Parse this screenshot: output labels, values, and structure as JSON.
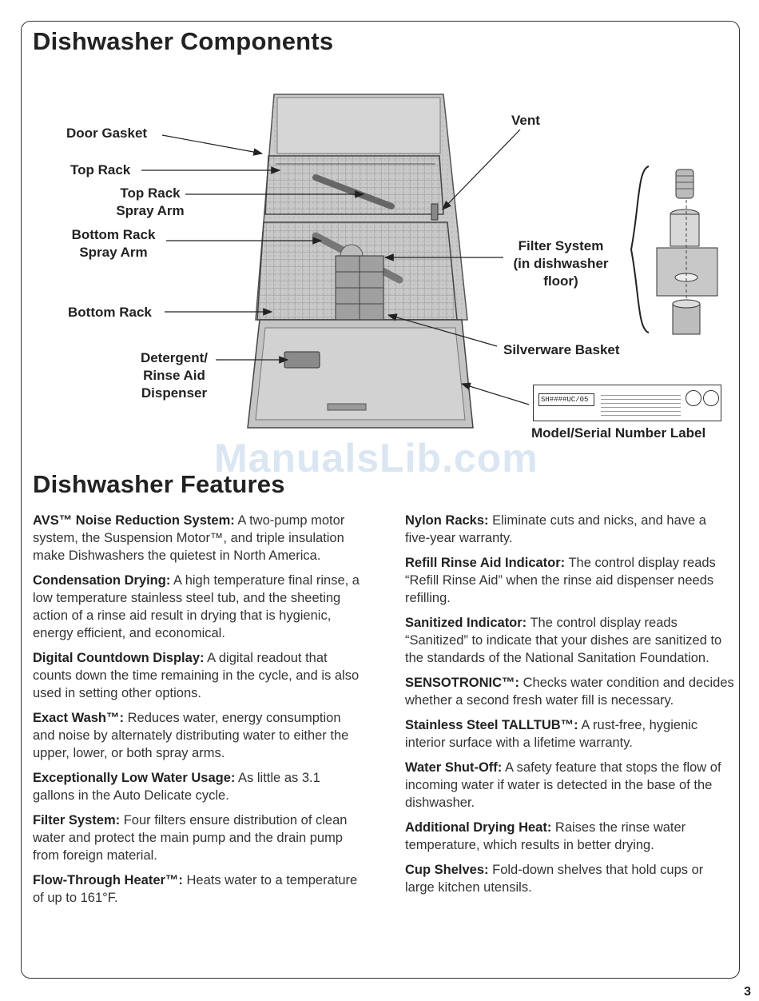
{
  "components": {
    "title": "Dishwasher Components",
    "callouts": {
      "door_gasket": "Door Gasket",
      "top_rack": "Top Rack",
      "top_rack_spray_arm_1": "Top Rack",
      "top_rack_spray_arm_2": "Spray Arm",
      "bottom_rack_spray_arm_1": "Bottom Rack",
      "bottom_rack_spray_arm_2": "Spray Arm",
      "bottom_rack": "Bottom Rack",
      "detergent_1": "Detergent/",
      "detergent_2": "Rinse Aid",
      "detergent_3": "Dispenser",
      "vent": "Vent",
      "filter_system_1": "Filter System",
      "filter_system_2": "(in dishwasher",
      "filter_system_3": "floor)",
      "silverware_basket": "Silverware Basket",
      "model_serial_label": "Model/Serial Number Label"
    },
    "plate_text": "SH####UC/05"
  },
  "watermark": "ManualsLib.com",
  "features": {
    "title": "Dishwasher Features",
    "left": [
      {
        "name": "AVS™ Noise Reduction System:",
        "text": " A two-pump motor system, the Suspension Motor™, and triple insulation make Dishwashers the quietest in North America."
      },
      {
        "name": "Condensation Drying:",
        "text": " A high temperature final rinse, a low temperature stainless steel tub, and the sheeting action of a rinse aid result in drying that is hygienic, energy efficient, and economical."
      },
      {
        "name": "Digital Countdown Display:",
        "text": " A digital readout that counts down the time remaining in the cycle, and is also used in setting other options."
      },
      {
        "name": "Exact Wash™:",
        "text": " Reduces water, energy consumption and noise by alternately distributing water to either the upper, lower, or both spray arms."
      },
      {
        "name": "Exceptionally Low Water Usage:",
        "text": " As little as 3.1 gallons in the Auto Delicate cycle."
      },
      {
        "name": "Filter System:",
        "text": " Four filters ensure distribution of clean water and protect the main pump and the drain pump from foreign material."
      },
      {
        "name": "Flow-Through Heater™:",
        "text": " Heats water to a temperature of up to 161°F."
      }
    ],
    "right": [
      {
        "name": "Nylon Racks:",
        "text": " Eliminate cuts and nicks, and have a five-year warranty."
      },
      {
        "name": "Refill Rinse Aid Indicator:",
        "text": " The control display reads “Refill Rinse Aid” when the rinse aid dispenser needs refilling."
      },
      {
        "name": "Sanitized Indicator:",
        "text": " The control display reads “Sanitized” to indicate that your dishes are sanitized to the standards of the National Sanitation Foundation."
      },
      {
        "name": "SENSOTRONIC™:",
        "text": " Checks water condition and decides whether a second fresh water fill is necessary."
      },
      {
        "name": "Stainless Steel TALLTUB™:",
        "text": " A rust-free, hygienic interior surface with a lifetime warranty."
      },
      {
        "name": "Water Shut-Off:",
        "text": " A safety feature that stops the flow of incoming water if water is detected in the base of the dishwasher."
      },
      {
        "name": "Additional Drying Heat:",
        "text": " Raises the rinse water temperature, which results in better drying."
      },
      {
        "name": "Cup Shelves:",
        "text": " Fold-down shelves that hold cups or large kitchen utensils."
      }
    ]
  },
  "page_number": "3"
}
